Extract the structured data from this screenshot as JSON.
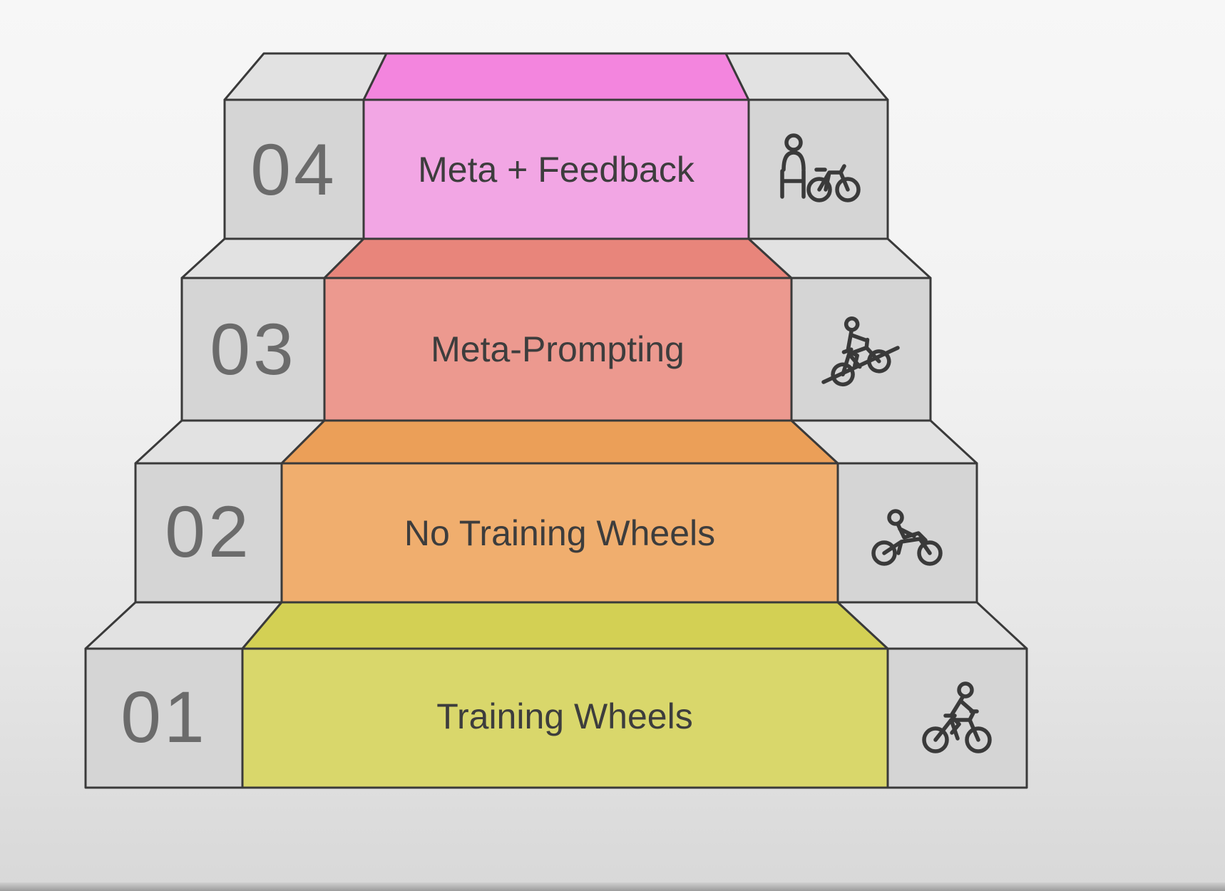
{
  "steps": [
    {
      "number": "04",
      "label": "Meta + Feedback",
      "icon": "person-with-bike-icon",
      "colors": {
        "front": "#f2a6e4",
        "top": "#f385de"
      }
    },
    {
      "number": "03",
      "label": "Meta-Prompting",
      "icon": "uphill-cyclist-icon",
      "colors": {
        "front": "#ec998f",
        "top": "#e8857b"
      }
    },
    {
      "number": "02",
      "label": "No Training Wheels",
      "icon": "recumbent-cyclist-icon",
      "colors": {
        "front": "#f0ae6e",
        "top": "#eb9f58"
      }
    },
    {
      "number": "01",
      "label": "Training Wheels",
      "icon": "cyclist-icon",
      "colors": {
        "front": "#d9d76b",
        "top": "#d3d054"
      }
    }
  ],
  "colors": {
    "gray_front": "#d5d5d5",
    "gray_top": "#e2e2e2",
    "outline": "#3a3a3a",
    "number_text": "#6b6b6b",
    "label_text": "#3d3d3d",
    "background_top": "#f7f7f7",
    "background_bottom": "#d8d8d8"
  }
}
